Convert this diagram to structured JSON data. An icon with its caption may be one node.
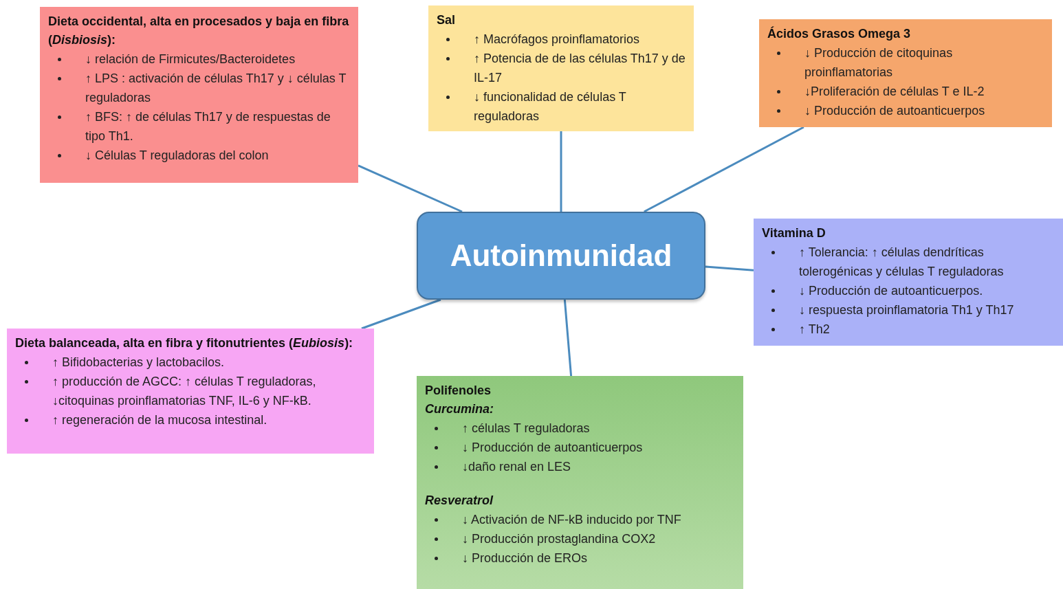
{
  "diagram": {
    "nodes": [
      {
        "text": [
          "Dieta occidental, alta en procesados y baja en fibra (*Disbiosis*):",
          "↓ relación de Firmicutes/Bacteroidetes",
          "↑ LPS : activación de células Th17 y ↓ células T reguladoras",
          "↑ BFS: ↑ de células Th17 y de respuestas de tipo Th1.",
          "↓ Células T reguladoras del colon"
        ]
      },
      {
        "text": [
          "Sal",
          "↑ Macrófagos proinflamatorios",
          "↑ Potencia de de las células Th17 y de IL-17",
          "↓ funcionalidad de células T reguladoras"
        ]
      },
      {
        "text": [
          "Ácidos Grasos Omega 3",
          "↓ Producción de citoquinas proinflamatorias",
          "↓Proliferación de células T e IL-2",
          "↓ Producción de autoanticuerpos"
        ]
      },
      {
        "text": [
          "Autoinmunidad"
        ]
      },
      {
        "text": [
          "Vitamina D",
          "↑ Tolerancia: ↑ células dendríticas tolerogénicas y células T reguladoras",
          "↓ Producción de autoanticuerpos.",
          "↓ respuesta proinflamatoria Th1 y Th17",
          "↑ Th2"
        ]
      },
      {
        "text": [
          "Dieta balanceada, alta en fibra y fitonutrientes (*Eubiosis*):",
          "↑ Bifidobacterias y lactobacilos.",
          "↑ producción de AGCC: ↑ células T reguladoras, ↓citoquinas proinflamatorias TNF, IL-6 y NF-kB.",
          "↑ regeneración de la mucosa intestinal."
        ]
      },
      {
        "text": [
          "Polifenoles",
          "Curcumina:",
          "↑ células T reguladoras",
          "↓ Producción de autoanticuerpos",
          "↓daño renal en LES",
          "Resveratrol",
          "↓ Activación de NF-kB inducido por TNF",
          "↓ Producción prostaglandina COX2",
          "↓ Producción de EROs"
        ]
      }
    ],
    "edges": [
      {
        "from": 3,
        "to": 0,
        "arrow": "none"
      },
      {
        "from": 3,
        "to": 1,
        "arrow": "none"
      },
      {
        "from": 3,
        "to": 2,
        "arrow": "none"
      },
      {
        "from": 3,
        "to": 4,
        "arrow": "none"
      },
      {
        "from": 3,
        "to": 5,
        "arrow": "none"
      },
      {
        "from": 3,
        "to": 6,
        "arrow": "none"
      }
    ]
  }
}
